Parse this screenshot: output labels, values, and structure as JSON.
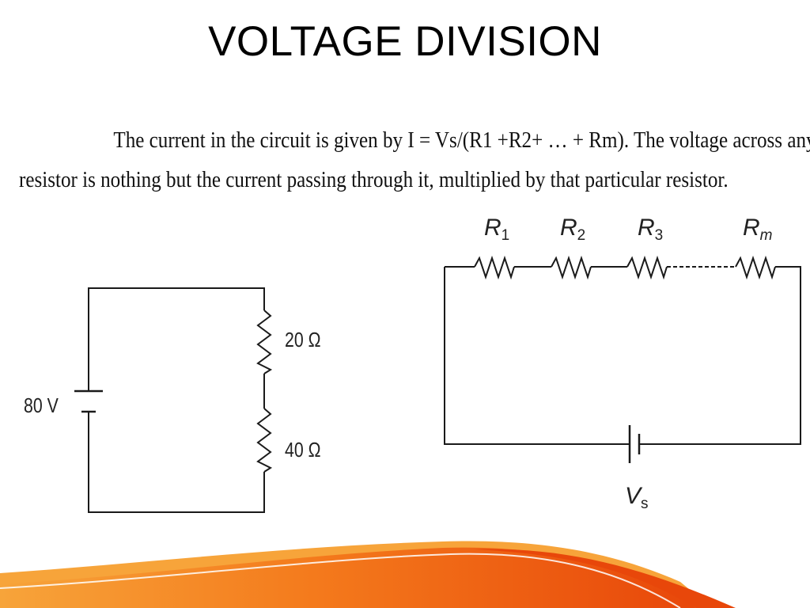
{
  "slide": {
    "title": "VOLTAGE DIVISION"
  },
  "paragraph": {
    "line1": "The current in the circuit is  given by I = Vs/(R1 +R2+ … + Rm). The voltage across any",
    "line2": "resistor  is nothing  but the current passing through it, multiplied by that particular resistor."
  },
  "circuit_left": {
    "source_label": "80 V",
    "r1_label": "20 Ω",
    "r2_label": "40 Ω"
  },
  "circuit_right": {
    "r1": {
      "base": "R",
      "sub": "1"
    },
    "r2": {
      "base": "R",
      "sub": "2"
    },
    "r3": {
      "base": "R",
      "sub": "3"
    },
    "rm": {
      "base": "R",
      "sub": "m"
    },
    "source": {
      "base": "V",
      "sub": "s"
    }
  },
  "colors": {
    "wire": "#1a1a1a",
    "wave_dark": "#e8470a",
    "wave_light": "#f7a43a",
    "wave_mid": "#f47a1c"
  }
}
